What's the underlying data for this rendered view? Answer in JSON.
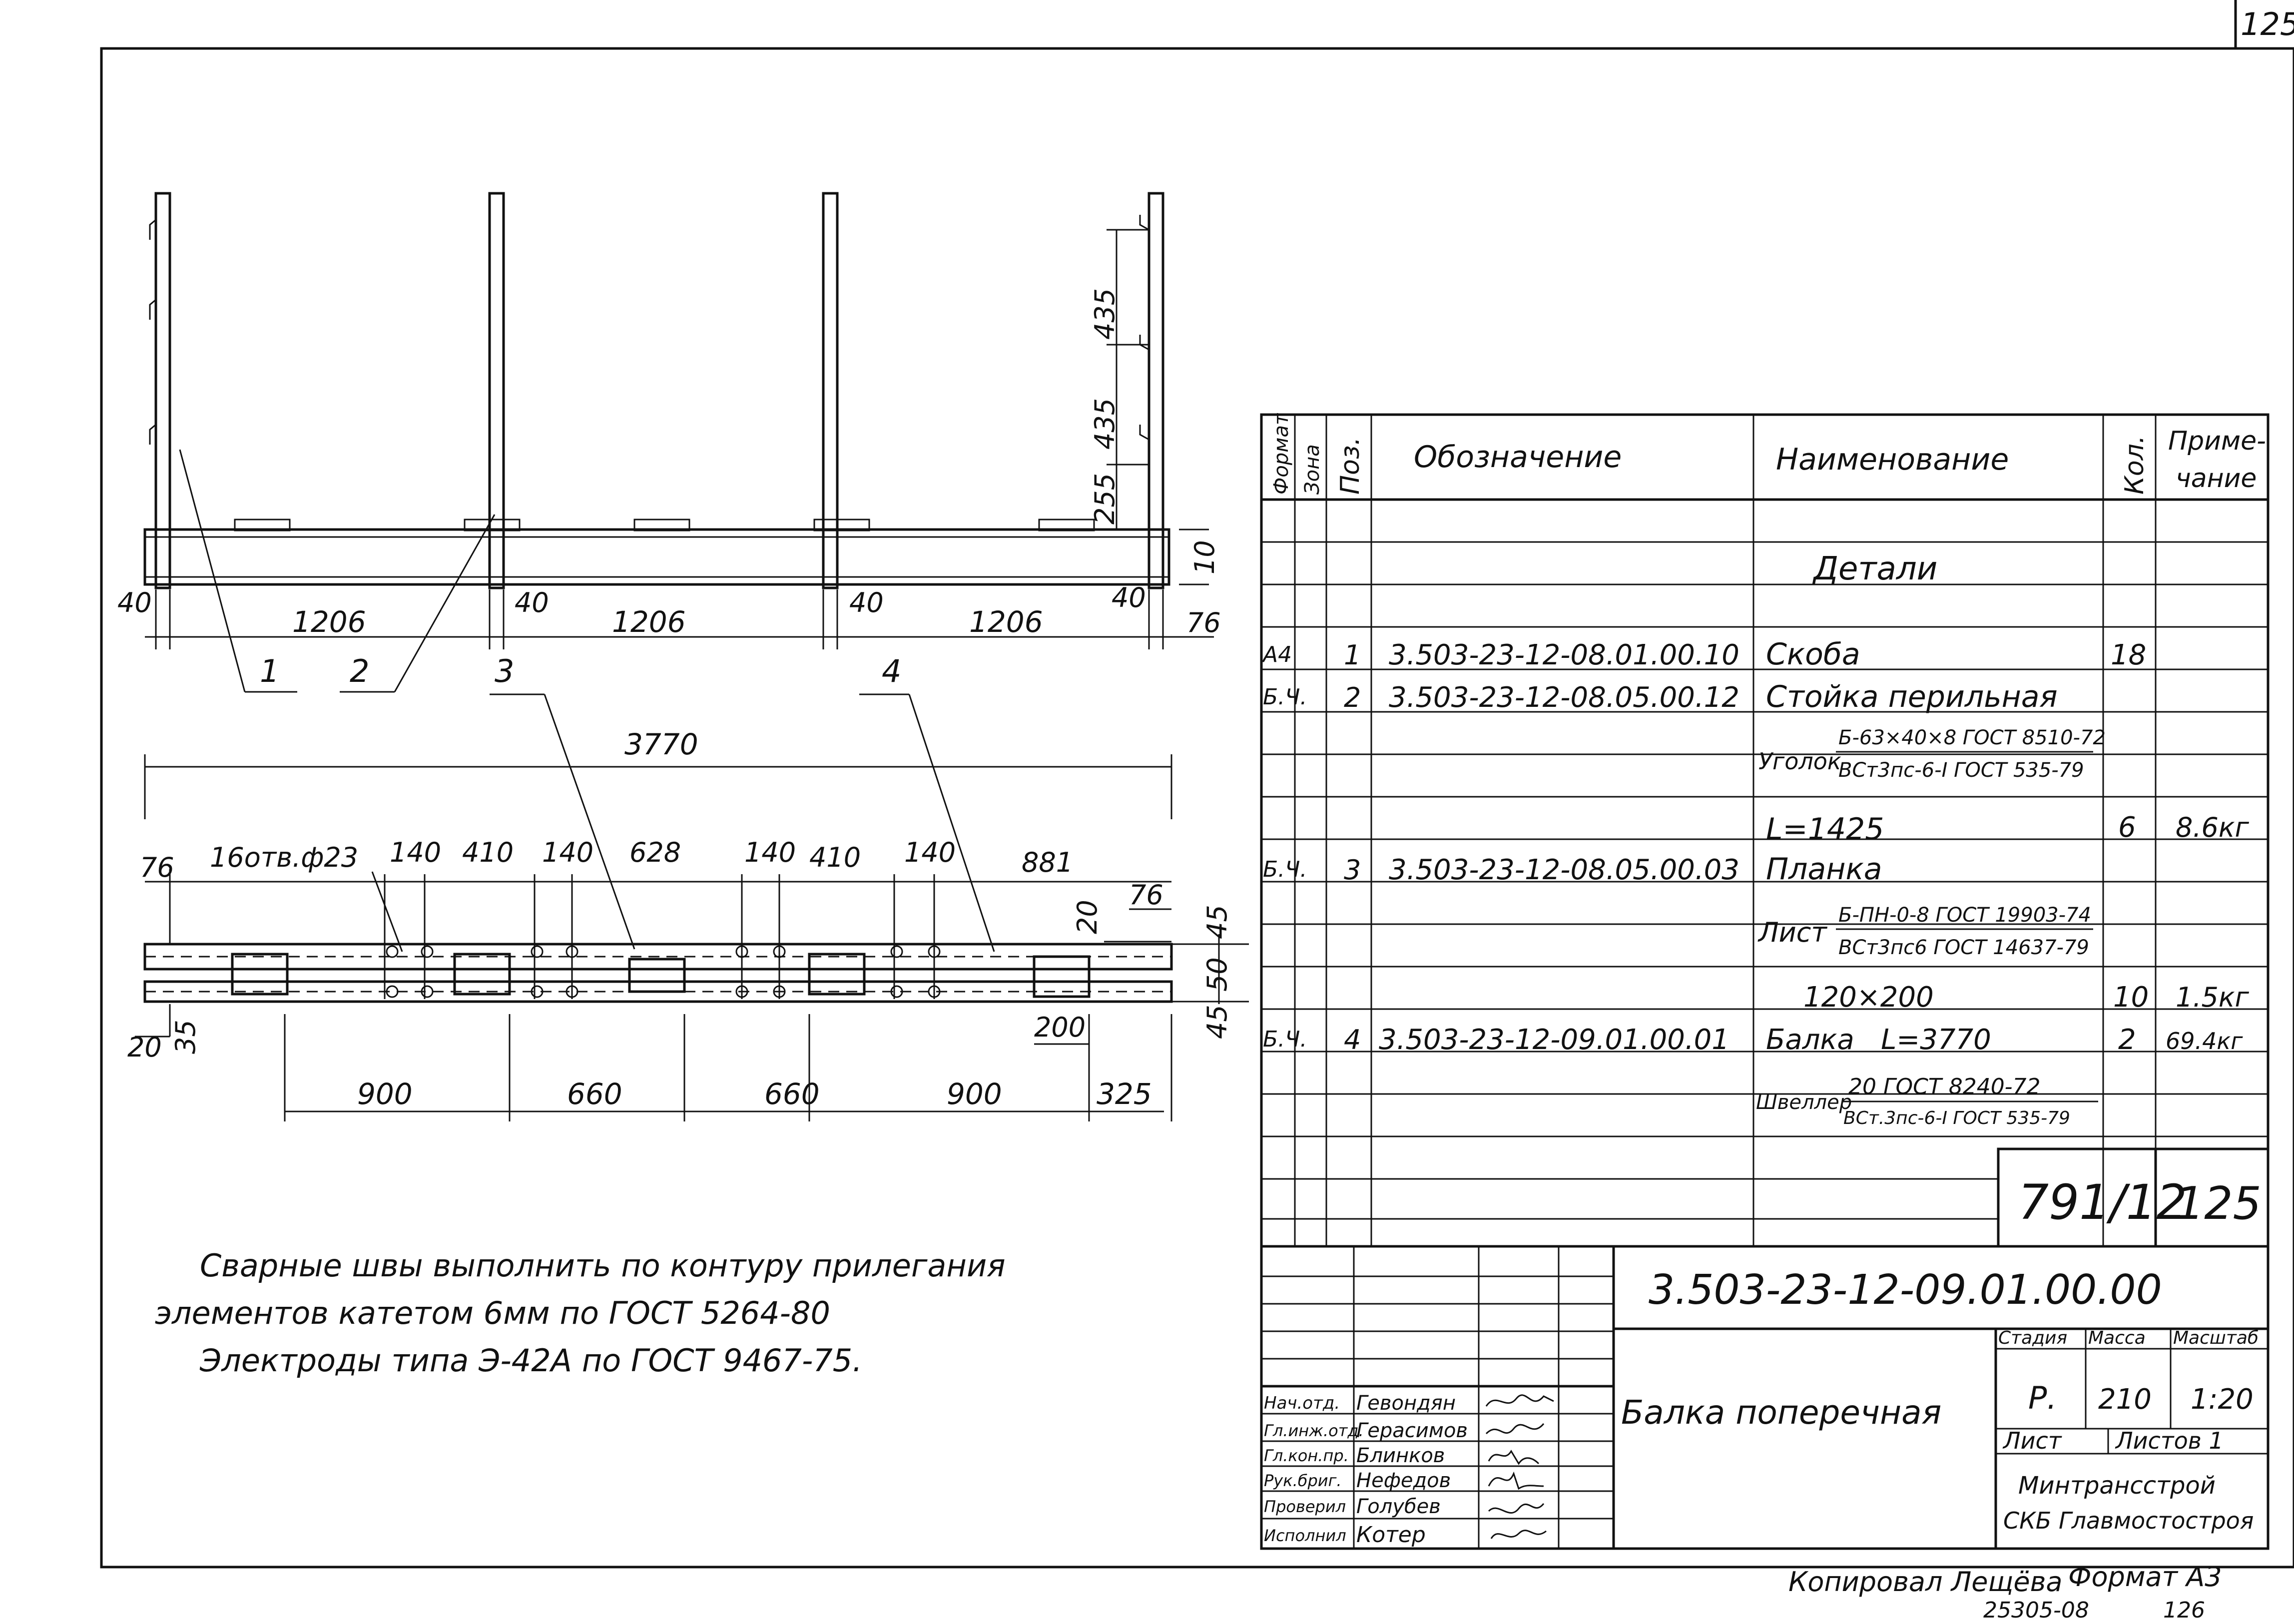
{
  "sheet_number_corner": "125",
  "elevation": {
    "dimensions": {
      "left_offset": "40",
      "span_1": "1206",
      "span_2": "1206",
      "span_3": "1206",
      "gap_1": "40",
      "gap_2": "40",
      "gap_3": "40",
      "right_end": "76",
      "height_10": "10",
      "vert_435_top": "435",
      "vert_435_mid": "435",
      "vert_255": "255"
    },
    "callouts": [
      "1",
      "2",
      "3",
      "4"
    ]
  },
  "plan": {
    "dimensions": {
      "overall": "3770",
      "left_end": "76",
      "holes_note": "16отв.ф23",
      "d140_a": "140",
      "d410_a": "410",
      "d140_b": "140",
      "d628": "628",
      "d140_c": "140",
      "d410_b": "410",
      "d140_d": "140",
      "d881": "881",
      "d20_top": "20",
      "d76_right": "76",
      "d45_top": "45",
      "d50": "50",
      "d45_bot": "45",
      "d20_left": "20",
      "d35": "35",
      "d200": "200",
      "b900_a": "900",
      "b660_a": "660",
      "b660_b": "660",
      "b900_b": "900",
      "b325": "325"
    }
  },
  "notes": [
    "Сварные швы выполнить по контуру прилегания",
    "элементов катетом 6мм по ГОСТ 5264-80",
    "Электроды типа Э-42А по ГОСТ 9467-75."
  ],
  "spec": {
    "headers": {
      "format": "Формат",
      "zone": "Зона",
      "pos": "Поз.",
      "designation": "Обозначение",
      "name": "Наименование",
      "qty": "Кол.",
      "note_1": "Приме-",
      "note_2": "чание"
    },
    "section_title": "Детали",
    "rows": [
      {
        "format": "А4",
        "pos": "1",
        "designation": "3.503-23-12-08.01.00.10",
        "name": "Скоба",
        "qty": "18",
        "note": ""
      },
      {
        "format": "Б.Ч.",
        "pos": "2",
        "designation": "3.503-23-12-08.05.00.12",
        "name": "Стойка перильная",
        "qty": "",
        "note": ""
      },
      {
        "format": "",
        "pos": "",
        "designation": "",
        "name": "Уголок",
        "qty": "",
        "note": ""
      },
      {
        "format": "",
        "pos": "",
        "designation": "",
        "name": "L=1425",
        "qty": "6",
        "note": "8.6кг"
      },
      {
        "format": "Б.Ч.",
        "pos": "3",
        "designation": "3.503-23-12-08.05.00.03",
        "name": "Планка",
        "qty": "",
        "note": ""
      },
      {
        "format": "",
        "pos": "",
        "designation": "",
        "name": "Лист",
        "qty": "",
        "note": ""
      },
      {
        "format": "",
        "pos": "",
        "designation": "",
        "name": "120×200",
        "qty": "10",
        "note": "1.5кг"
      },
      {
        "format": "Б.Ч.",
        "pos": "4",
        "designation": "3.503-23-12-09.01.00.01",
        "name": "Балка   L=3770",
        "qty": "2",
        "note": "69.4кг"
      },
      {
        "format": "",
        "pos": "",
        "designation": "",
        "name": "Швеллер",
        "qty": "",
        "note": ""
      }
    ],
    "fractions": {
      "angle_top": "Б-63×40×8 ГОСТ 8510-72",
      "angle_bottom": "ВСт3пс-6-I ГОСТ 535-79",
      "sheet_top": "Б-ПН-0-8 ГОСТ 19903-74",
      "sheet_bottom": "ВСт3пс6 ГОСТ 14637-79",
      "channel_top": "20 ГОСТ 8240-72",
      "channel_bottom": "ВСт.3пс-6-I ГОСТ 535-79"
    },
    "inv_number": "791/12",
    "inv_page": "125"
  },
  "title_block": {
    "code": "3.503-23-12-09.01.00.00",
    "title": "Балка поперечная",
    "stage_label": "Стадия",
    "mass_label": "Масса",
    "scale_label": "Масштаб",
    "stage": "Р.",
    "mass": "210",
    "scale": "1:20",
    "sheet_label": "Лист",
    "sheets_label": "Листов 1",
    "org_1": "Минтрансстрой",
    "org_2": "СКБ Главмостостроя",
    "roles": [
      {
        "role": "Нач.отд.",
        "name": "Гевондян"
      },
      {
        "role": "Гл.инж.отд.",
        "name": "Герасимов"
      },
      {
        "role": "Гл.кон.пр.",
        "name": "Блинков"
      },
      {
        "role": "Рук.бриг.",
        "name": "Нефедов"
      },
      {
        "role": "Проверил",
        "name": "Голубев"
      },
      {
        "role": "Исполнил",
        "name": "Котер"
      }
    ]
  },
  "footer": {
    "copied": "Копировал Лещёва",
    "format": "Формат А3",
    "stamp": "25305-08",
    "page": "126"
  }
}
